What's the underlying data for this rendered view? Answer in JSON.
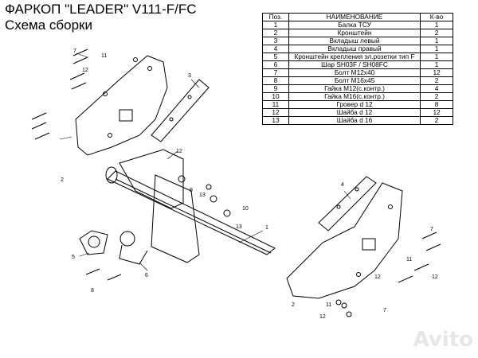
{
  "header": {
    "title": "ФАРКОП \"LEADER\" V111-F/FC",
    "subtitle": "Схема сборки"
  },
  "parts_table": {
    "headers": [
      "Поз.",
      "НАИМЕНОВАНИЕ",
      "К-во"
    ],
    "rows": [
      {
        "pos": "1",
        "name": "Балка ТСУ",
        "qty": "1"
      },
      {
        "pos": "2",
        "name": "Кронштейн",
        "qty": "2"
      },
      {
        "pos": "3",
        "name": "Вкладыш левый",
        "qty": "1"
      },
      {
        "pos": "4",
        "name": "Вкладыш правый",
        "qty": "1"
      },
      {
        "pos": "5",
        "name": "Кронштейн крепления эл.розетки тип F",
        "qty": "1"
      },
      {
        "pos": "6",
        "name": "Шар SH03F / SH08FC",
        "qty": "1"
      },
      {
        "pos": "7",
        "name": "Болт М12х40",
        "qty": "12"
      },
      {
        "pos": "8",
        "name": "Болт М16х45",
        "qty": "2"
      },
      {
        "pos": "9",
        "name": "Гайка М12(с.контр.)",
        "qty": "4"
      },
      {
        "pos": "10",
        "name": "Гайка  М16(с.контр.)",
        "qty": "2"
      },
      {
        "pos": "11",
        "name": "Гровер d 12",
        "qty": "8"
      },
      {
        "pos": "12",
        "name": "Шайба d 12",
        "qty": "12"
      },
      {
        "pos": "13",
        "name": "Шайба d 16",
        "qty": "2"
      }
    ]
  },
  "callouts": [
    "7",
    "11",
    "12",
    "2",
    "3",
    "12",
    "9",
    "13",
    "10",
    "1",
    "4",
    "5",
    "6",
    "8",
    "13",
    "2",
    "7",
    "12",
    "11",
    "12",
    "7",
    "12",
    "11"
  ],
  "watermark": {
    "text": "Avito",
    "color": "#e6e6e6"
  }
}
